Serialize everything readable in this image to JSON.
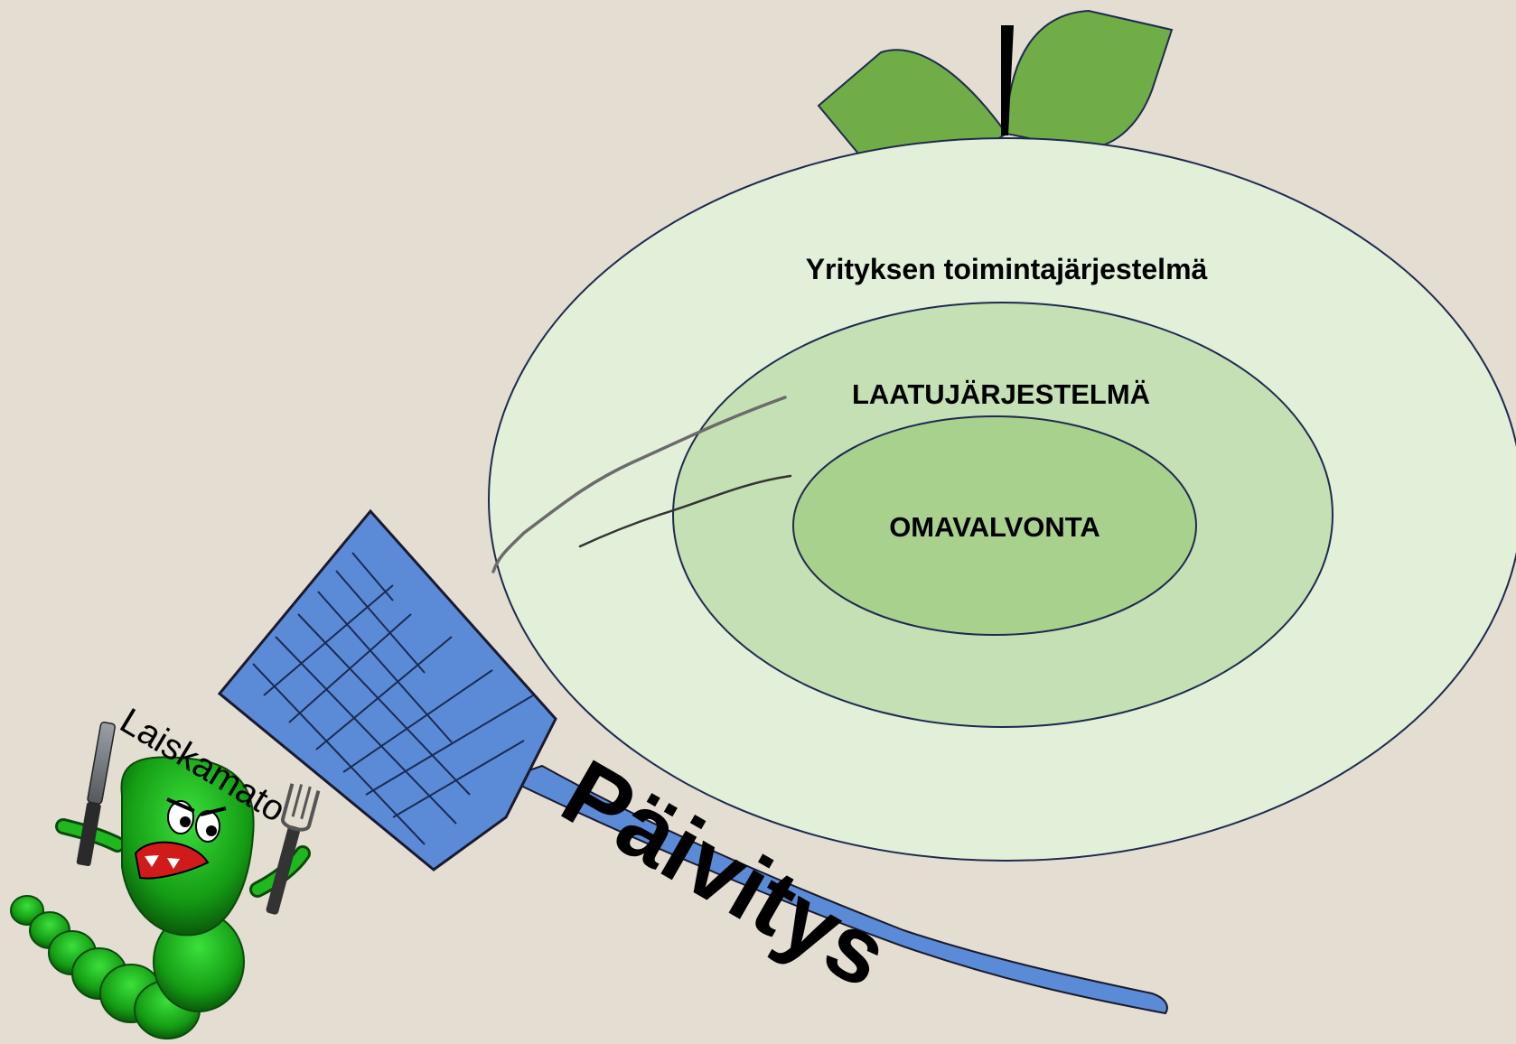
{
  "diagram": {
    "outer_label": "Yrityksen toimintajärjestelmä",
    "middle_label": "LAATUJÄRJESTELMÄ",
    "inner_label": "OMAVALVONTA",
    "swatter_label": "Päivitys",
    "worm_label": "Laiskamato"
  },
  "colors": {
    "background": "#e3ddd2",
    "outer_ellipse": "#e2efd9",
    "middle_ellipse": "#c5e0b4",
    "inner_ellipse": "#a9d18e",
    "ellipse_stroke": "#1f2a4f",
    "leaf": "#70ad47",
    "swatter": "#5b8bd6",
    "worm": "#1fb81f"
  },
  "icons": [
    "apple-leaves-icon",
    "fly-swatter-icon",
    "worm-character-icon",
    "knife-icon",
    "fork-icon"
  ]
}
